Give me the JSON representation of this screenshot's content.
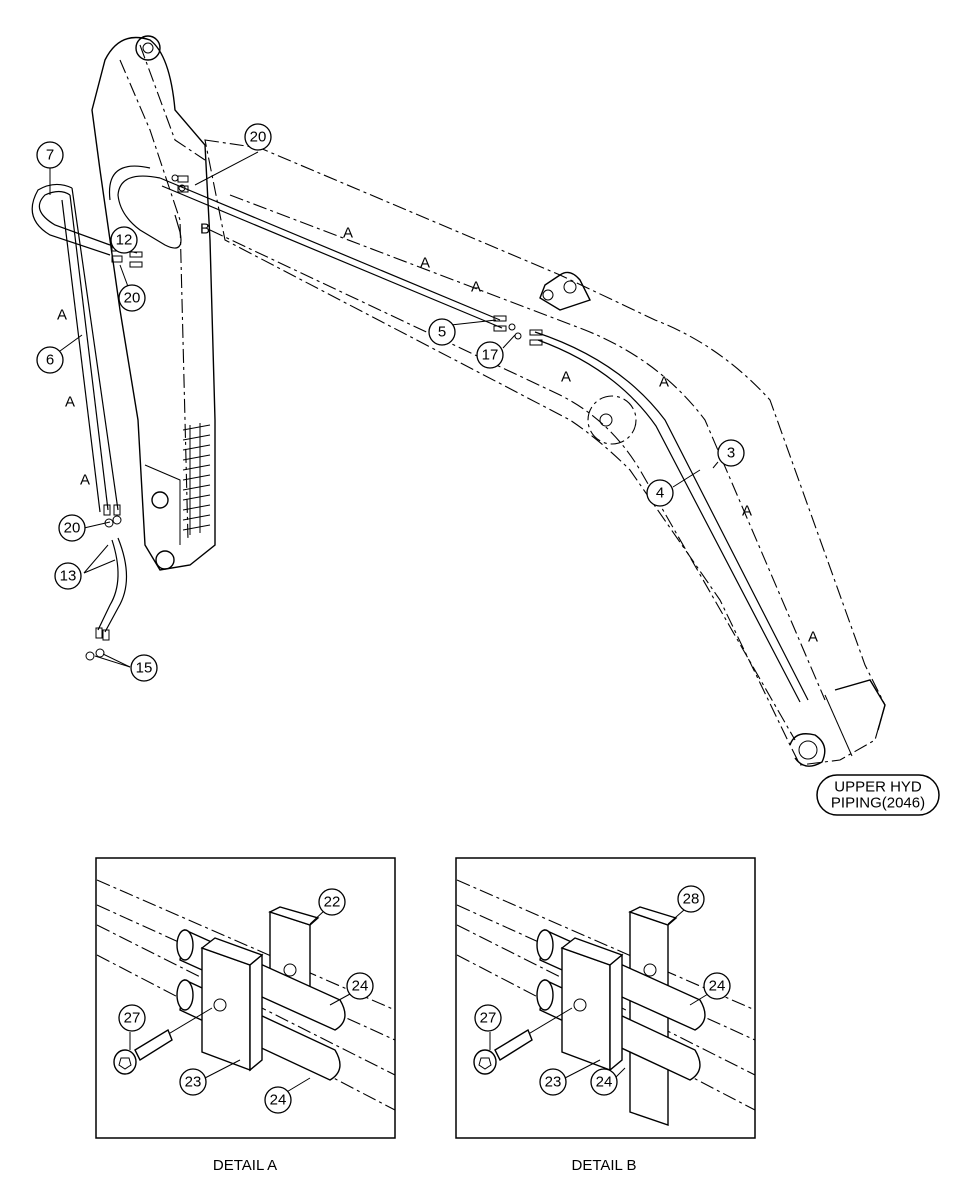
{
  "callouts": {
    "c3": "3",
    "c4": "4",
    "c5": "5",
    "c6": "6",
    "c7": "7",
    "c12": "12",
    "c13": "13",
    "c15": "15",
    "c17": "17",
    "c20a": "20",
    "c20b": "20",
    "c20c": "20",
    "c22": "22",
    "c23a": "23",
    "c24a": "24",
    "c24b": "24",
    "c27a": "27",
    "c28": "28",
    "c23b": "23",
    "c24c": "24",
    "c24d": "24",
    "c27b": "27"
  },
  "section_letters": {
    "a": "A",
    "b": "B"
  },
  "reference_box": {
    "line1": "UPPER HYD",
    "line2": "PIPING(2046)"
  },
  "details": {
    "detail_a": "DETAIL A",
    "detail_b": "DETAIL B"
  }
}
